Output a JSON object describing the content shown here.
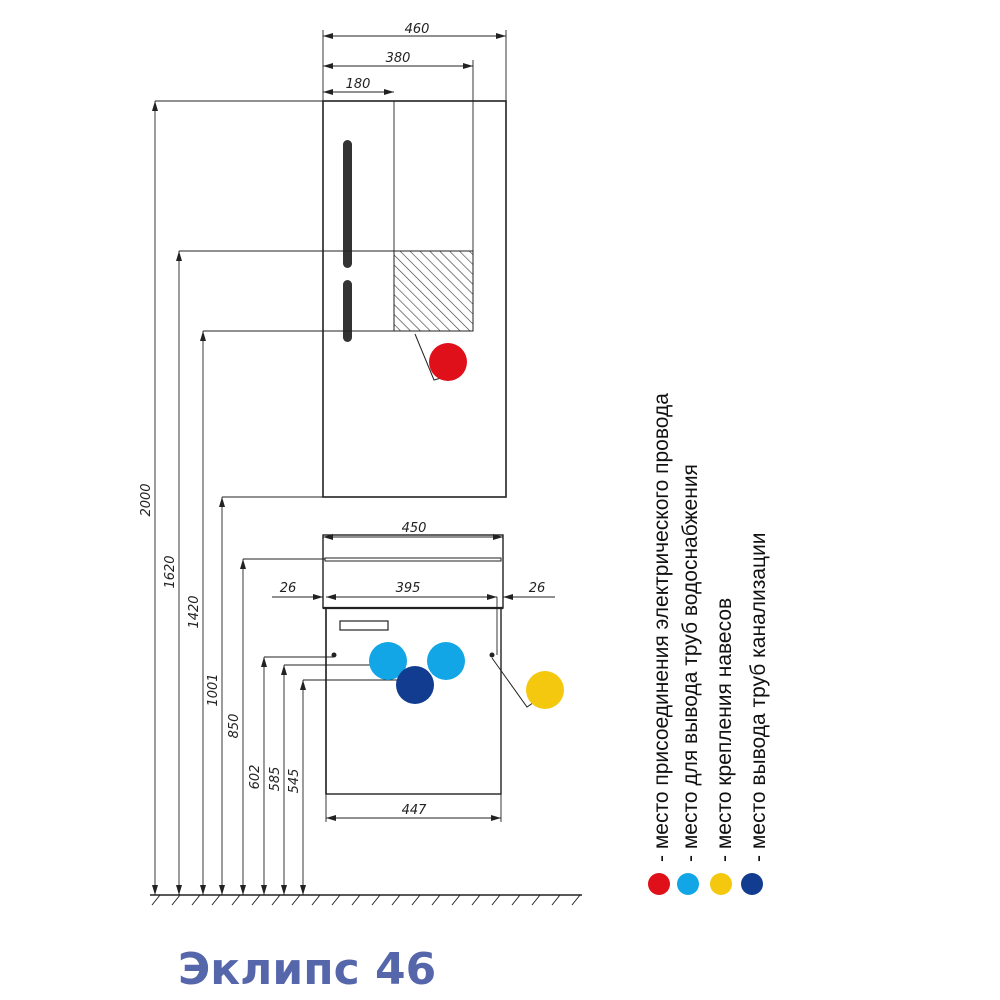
{
  "title": "Эклипс 46",
  "dimensions": {
    "top_width_460": "460",
    "top_width_380": "380",
    "top_width_180": "180",
    "height_2000": "2000",
    "height_1620": "1620",
    "height_1420": "1420",
    "height_1001": "1001",
    "height_850": "850",
    "height_602": "602",
    "height_585": "585",
    "height_545": "545",
    "vanity_width_450": "450",
    "vanity_width_395": "395",
    "vanity_offset_left_26": "26",
    "vanity_offset_right_26": "26",
    "vanity_bottom_447": "447"
  },
  "legend": [
    {
      "label": "- место присоединения электрического провода",
      "color": "#e0101a",
      "icon": "red-dot"
    },
    {
      "label": "- место для вывода труб водоснабжения",
      "color": "#12a6e6",
      "icon": "light-blue-dot"
    },
    {
      "label": "- место крепления навесов",
      "color": "#f3c80f",
      "icon": "yellow-dot"
    },
    {
      "label": "- место вывода труб канализации",
      "color": "#123c90",
      "icon": "dark-blue-dot"
    }
  ],
  "markers": {
    "red": "#e0101a",
    "light_blue": "#12a6e6",
    "yellow": "#f3c80f",
    "dark_blue": "#123c90"
  }
}
